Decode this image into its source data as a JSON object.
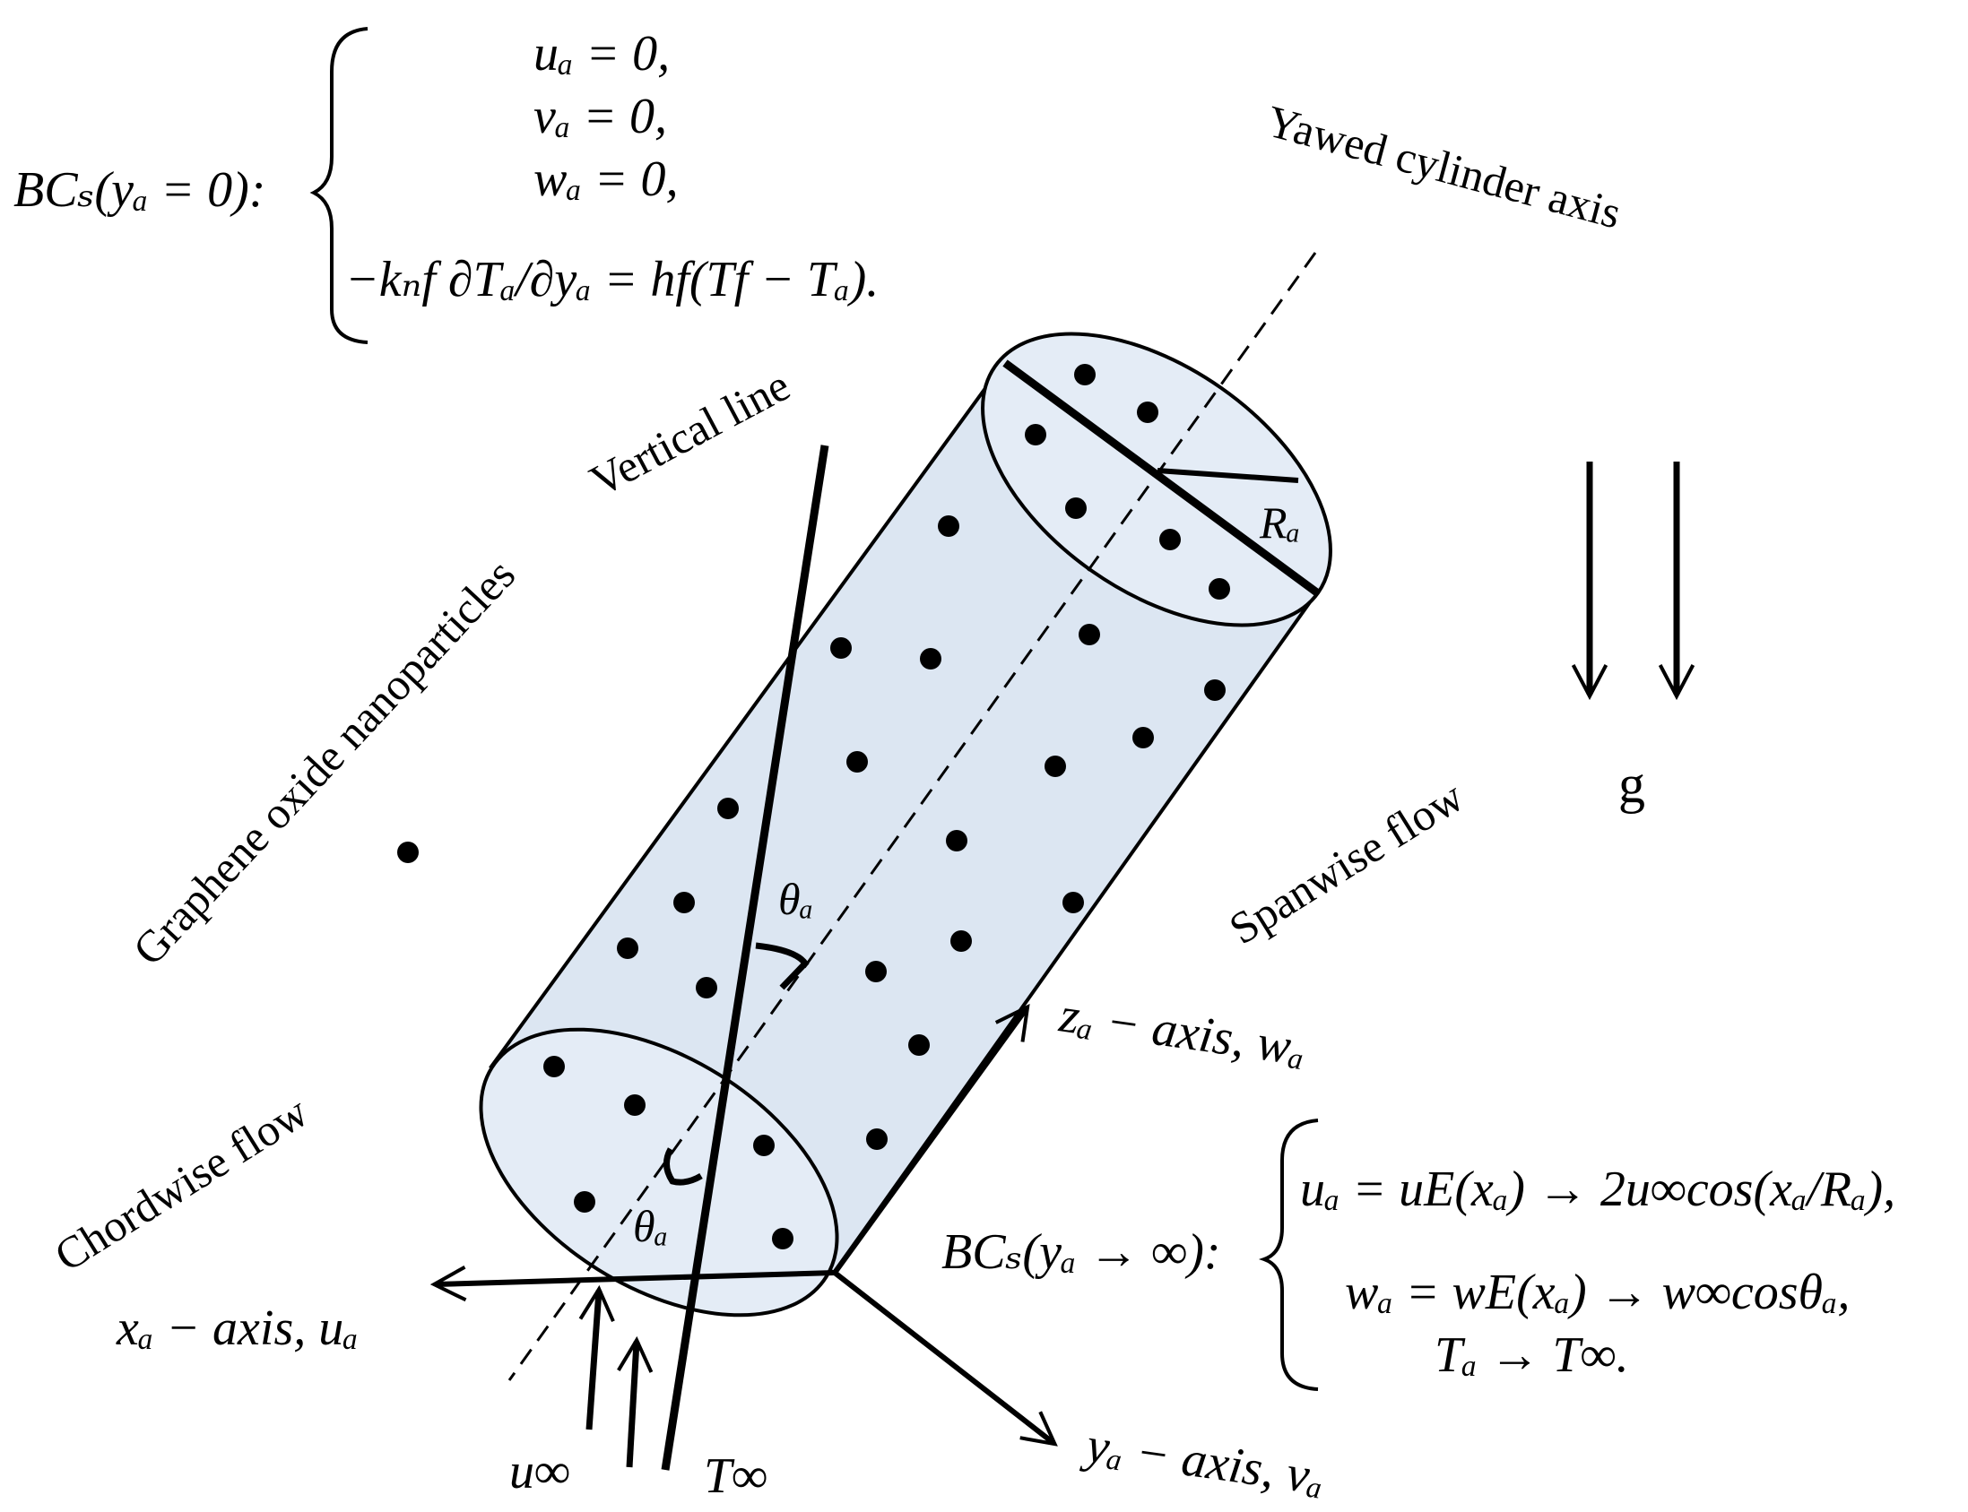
{
  "labels": {
    "yawed_axis": "Yawed cylinder axis",
    "vertical_line": "Vertical line",
    "nanoparticles": "Graphene oxide nanoparticles",
    "spanwise_flow": "Spanwise flow",
    "chordwise_flow": "Chordwise flow",
    "gravity": "g",
    "radius": "Rₐ",
    "theta_top": "θₐ",
    "theta_bottom": "θₐ",
    "x_axis": "xₐ − axis, uₐ",
    "y_axis": "yₐ − axis, vₐ",
    "z_axis": "zₐ − axis, wₐ",
    "u_inf": "u∞",
    "t_inf": "T∞"
  },
  "bc_wall": {
    "title": "BCₛ(yₐ = 0):",
    "lines": [
      "uₐ = 0,",
      "vₐ = 0,",
      "wₐ = 0,",
      "−kₙf ∂Tₐ/∂yₐ = hf(Tf − Tₐ)."
    ]
  },
  "bc_far": {
    "title": "BCₛ(yₐ → ∞):",
    "lines": [
      "uₐ = uE(xₐ) → 2u∞cos(xₐ/Rₐ),",
      "wₐ = wE(xₐ) → w∞cosθₐ,",
      "Tₐ → T∞."
    ]
  },
  "colors": {
    "cylinder_fill": "#dce6f2",
    "end_cap_fill": "#e4ecf6",
    "stroke": "#000000"
  }
}
